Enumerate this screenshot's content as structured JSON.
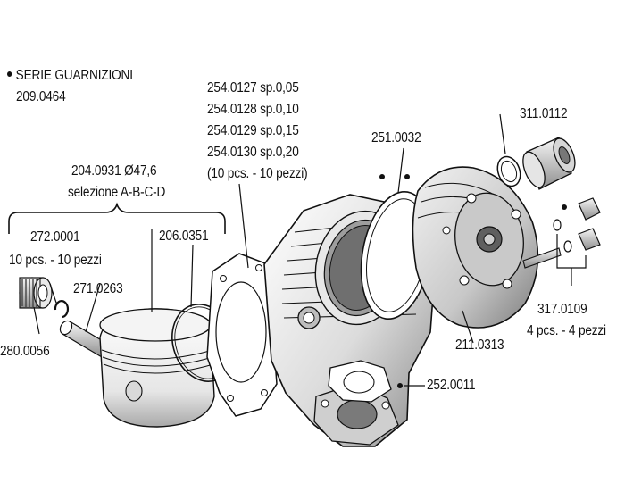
{
  "kit": {
    "title": "SERIE GUARNIZIONI",
    "code": "209.0464"
  },
  "parts": {
    "gasket_thickness": [
      "254.0127 sp.0,05",
      "254.0128 sp.0,10",
      "254.0129 sp.0,15",
      "254.0130 sp.0,20",
      "(10 pcs. - 10 pezzi)"
    ],
    "piston": {
      "code": "204.0931 Ø47,6",
      "note": "selezione A-B-C-D"
    },
    "circlip": {
      "code": "272.0001",
      "note": "10 pcs. - 10 pezzi"
    },
    "piston_pin": "271.0263",
    "bearing": "280.0056",
    "base_gasket": "206.0351",
    "head_gasket": "251.0032",
    "fitting": "311.0112",
    "studs": {
      "code": "317.0109",
      "note": "4 pcs. - 4 pezzi"
    },
    "head": "211.0313",
    "exhaust_gasket": "252.0011"
  },
  "colors": {
    "ink": "#111111",
    "background": "#ffffff",
    "shade": "#9a9a9a"
  }
}
